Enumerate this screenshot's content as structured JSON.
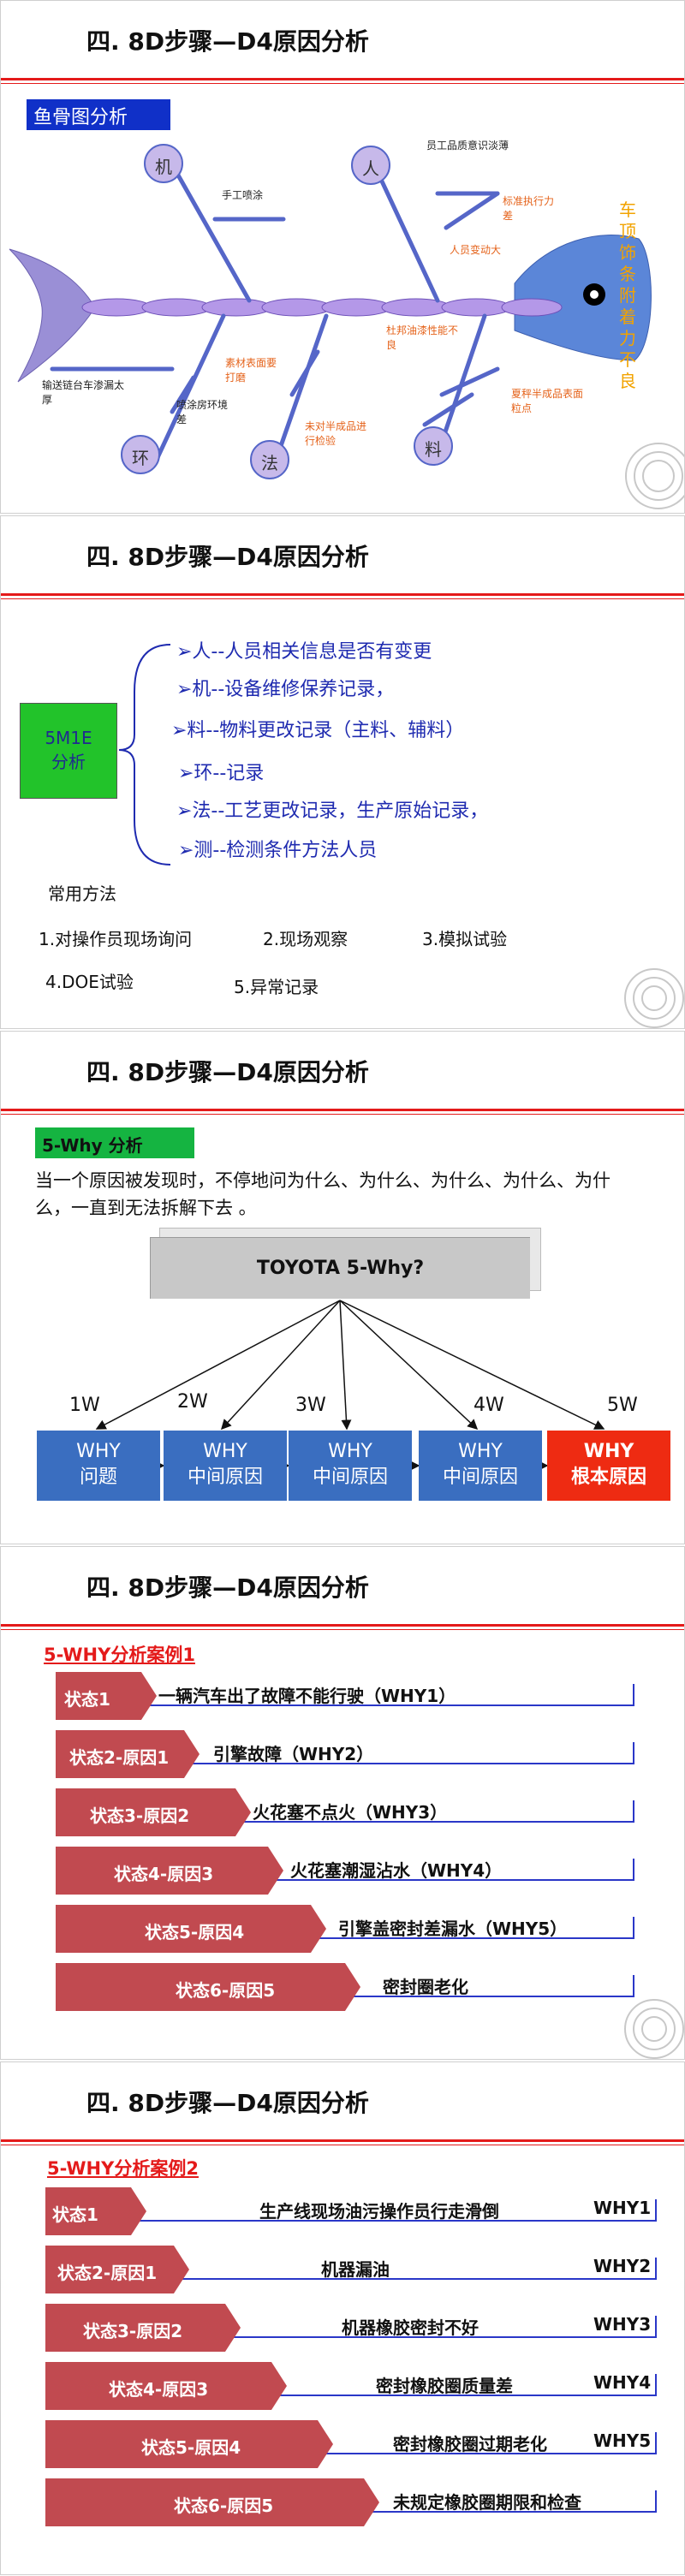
{
  "slide_title": "四.  8D步骤—D4原因分析",
  "slide1": {
    "label": "鱼骨图分析",
    "head_text": "车顶饰条附着力不良",
    "categories": [
      "机",
      "人",
      "环",
      "法",
      "料"
    ],
    "causes": [
      "手工喷涂",
      "员工品质意识淡薄",
      "标准执行力差",
      "人员变动大",
      "素材表面要打磨",
      "杜邦油漆性能不良",
      "输送链台车渗漏太厚",
      "喷涂房环境差",
      "未对半成品进行检验",
      "夏秤半成品表面粒点"
    ]
  },
  "slide2": {
    "box": [
      "5M1E",
      "分析"
    ],
    "items": [
      "➢人--人员相关信息是否有变更",
      "➢机--设备维修保养记录，",
      "➢料--物料更改记录（主料、辅料）",
      "➢环--记录",
      "➢法--工艺更改记录，生产原始记录，",
      "➢测--检测条件方法人员"
    ],
    "methods_title": "常用方法",
    "methods": [
      "1.对操作员现场询问",
      "2.现场观察",
      "3.模拟试验",
      "4.DOE试验",
      "5.异常记录"
    ]
  },
  "slide3": {
    "label": "5-Why 分析",
    "desc": "当一个原因被发现时，不停地问为什么、为什么、为什么、为什么、为什么，一直到无法拆解下去 。",
    "toyota": "TOYOTA   5-Why?",
    "levels": [
      "1W",
      "2W",
      "3W",
      "4W",
      "5W"
    ],
    "boxes": [
      {
        "l1": "WHY",
        "l2": "问题"
      },
      {
        "l1": "WHY",
        "l2": "中间原因"
      },
      {
        "l1": "WHY",
        "l2": "中间原因"
      },
      {
        "l1": "WHY",
        "l2": "中间原因"
      },
      {
        "l1": "WHY",
        "l2": "根本原因"
      }
    ]
  },
  "slide4": {
    "case_title": "5-WHY分析案例1",
    "rows": [
      {
        "tag": "状态1",
        "text": "一辆汽车出了故障不能行驶（WHY1）"
      },
      {
        "tag": "状态2-原因1",
        "text": "引擎故障（WHY2）"
      },
      {
        "tag": "状态3-原因2",
        "text": "火花塞不点火（WHY3）"
      },
      {
        "tag": "状态4-原因3",
        "text": "火花塞潮湿沾水（WHY4）"
      },
      {
        "tag": "状态5-原因4",
        "text": "引擎盖密封差漏水（WHY5）"
      },
      {
        "tag": "状态6-原因5",
        "text": "密封圈老化"
      }
    ]
  },
  "slide5": {
    "case_title": "5-WHY分析案例2",
    "rows": [
      {
        "tag": "状态1",
        "text": "生产线现场油污操作员行走滑倒",
        "why": "WHY1"
      },
      {
        "tag": "状态2-原因1",
        "text": "机器漏油",
        "why": "WHY2"
      },
      {
        "tag": "状态3-原因2",
        "text": "机器橡胶密封不好",
        "why": "WHY3"
      },
      {
        "tag": "状态4-原因3",
        "text": "密封橡胶圈质量差",
        "why": "WHY4"
      },
      {
        "tag": "状态5-原因4",
        "text": "密封橡胶圈过期老化",
        "why": "WHY5"
      },
      {
        "tag": "状态6-原因5",
        "text": "未规定橡胶圈期限和检查",
        "why": ""
      }
    ]
  }
}
